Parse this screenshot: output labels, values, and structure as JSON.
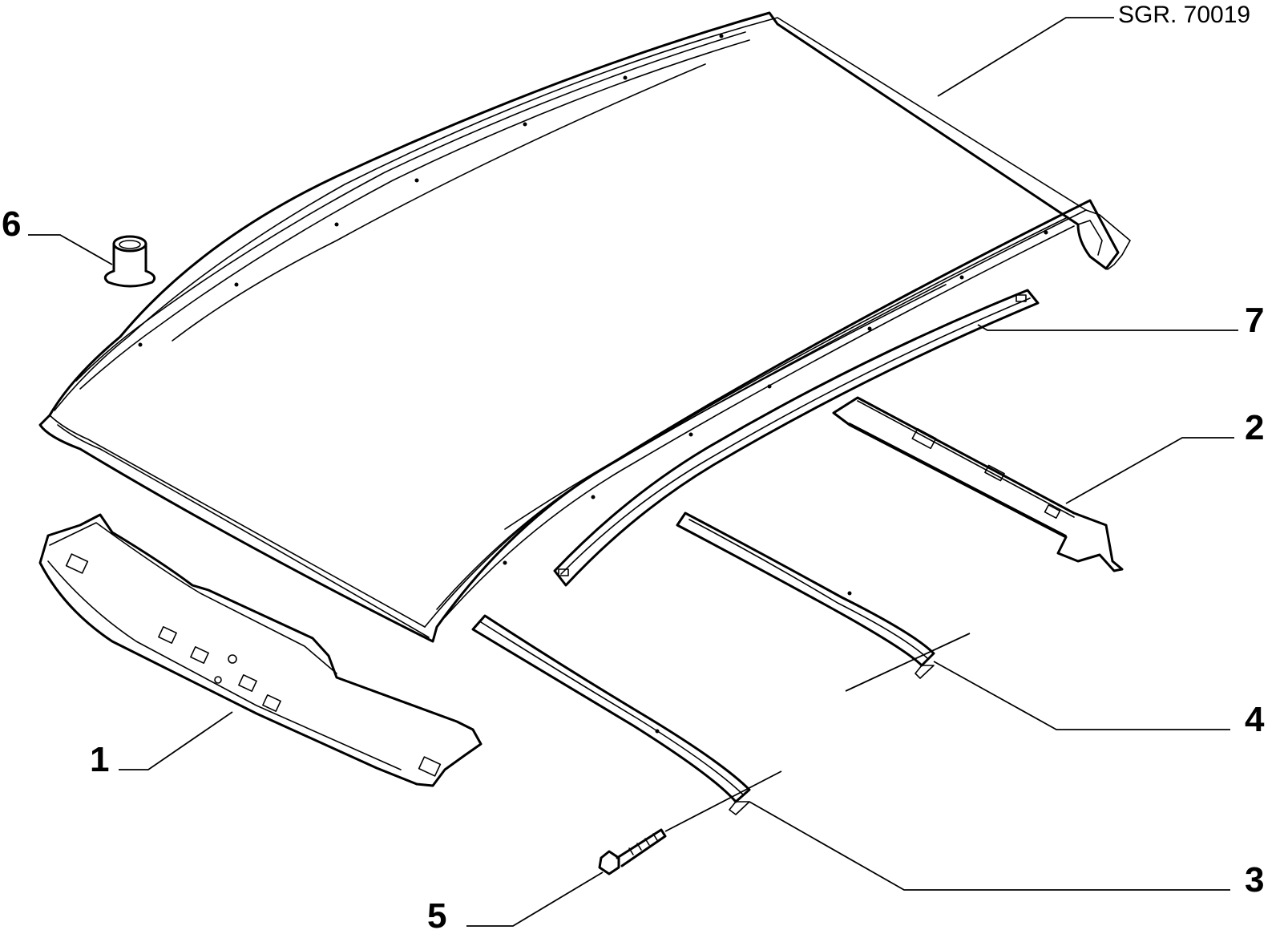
{
  "drawing": {
    "reference": "SGR. 70019"
  },
  "callouts": [
    {
      "id": "1",
      "label": "1"
    },
    {
      "id": "2",
      "label": "2"
    },
    {
      "id": "3",
      "label": "3"
    },
    {
      "id": "4",
      "label": "4"
    },
    {
      "id": "5",
      "label": "5"
    },
    {
      "id": "6",
      "label": "6"
    },
    {
      "id": "7",
      "label": "7"
    }
  ],
  "colors": {
    "line": "#000000",
    "background": "#ffffff"
  }
}
